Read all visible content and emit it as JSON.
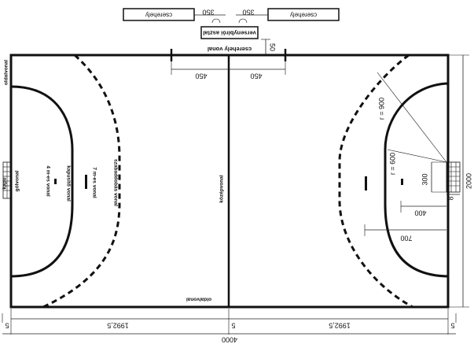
{
  "labels": {
    "substitute_bench_left": "cserehely",
    "substitute_bench_right": "cserehely",
    "timekeeper_table": "versenybírói asztal",
    "substitution_line": "cserehely vonal",
    "sideline": "oldalvonal",
    "goal_line": "gólvonal",
    "goal": "kapu",
    "line_4m": "4 m-es vonal",
    "goalkeeper_line": "kapusítő vonal",
    "line_7m": "7 m-es vonal",
    "free_throw_line": "szabaddobás vonal",
    "center_line": "középvonal",
    "sideline_bottom": "oldalvonal",
    "radius_900": "r = 900",
    "radius_600": "r = 600"
  },
  "dimensions": {
    "bench_offset_left": "350",
    "bench_offset_right": "350",
    "table_offset": "50",
    "subline_left": "450",
    "subline_right": "450",
    "court_width": "2000",
    "goal_width": "300",
    "goal_depth": "8",
    "arc_offset_400": "400",
    "arc_offset_700": "700",
    "bottom_gap_left": "5",
    "half_left": "1992,5",
    "bottom_gap_mid": "5",
    "half_right": "1992,5",
    "bottom_gap_right": "5",
    "court_length": "4000"
  },
  "colors": {
    "line": "#111111",
    "background": "#ffffff"
  }
}
